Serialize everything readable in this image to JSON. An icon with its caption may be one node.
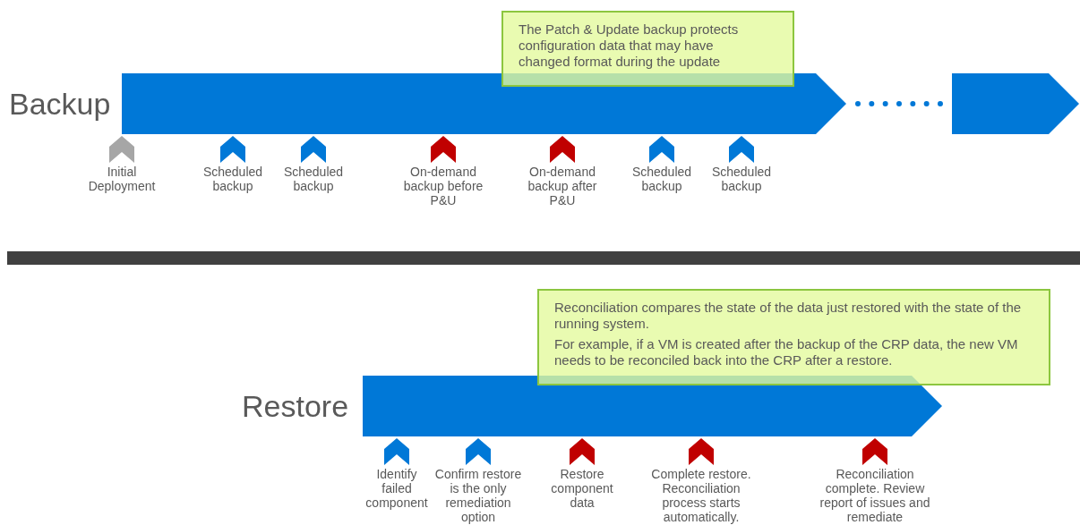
{
  "diagram": {
    "nodes": [
      {
        "text": [
          "The Patch & Update backup protects configuration data that may have changed format during the update"
        ]
      },
      {
        "text": [
          "Backup"
        ]
      },
      {
        "text": [],
        "shape": "bar"
      },
      {
        "text": [
          "Initial Deployment"
        ]
      },
      {
        "text": [
          "Scheduled backup"
        ]
      },
      {
        "text": [
          "Scheduled backup"
        ]
      },
      {
        "text": [
          "On-demand backup before P&U"
        ]
      },
      {
        "text": [
          "On-demand backup after P&U"
        ]
      },
      {
        "text": [
          "Scheduled backup"
        ]
      },
      {
        "text": [
          "Scheduled backup"
        ]
      },
      {
        "text": [
          "Reconciliation compares the state of the data just restored with the state of the running system.",
          "For example, if a VM is created after the backup of the CRP data, the new VM needs to be reconciled back into the CRP after a restore."
        ]
      },
      {
        "text": [
          "Restore"
        ]
      },
      {
        "text": [
          "Identify failed component"
        ]
      },
      {
        "text": [
          "Confirm restore is the only remediation option"
        ]
      },
      {
        "text": [
          "Restore component data"
        ]
      },
      {
        "text": [
          "Complete restore. Reconciliation process starts automatically."
        ]
      },
      {
        "text": [
          "Reconciliation complete.  Review report of issues and remediate"
        ]
      },
      {
        "text": [],
        "shape": "bar"
      }
    ],
    "edges": [
      {
        "from": 1,
        "to": 2,
        "arrow": "none",
        "style": "dashed"
      }
    ]
  }
}
